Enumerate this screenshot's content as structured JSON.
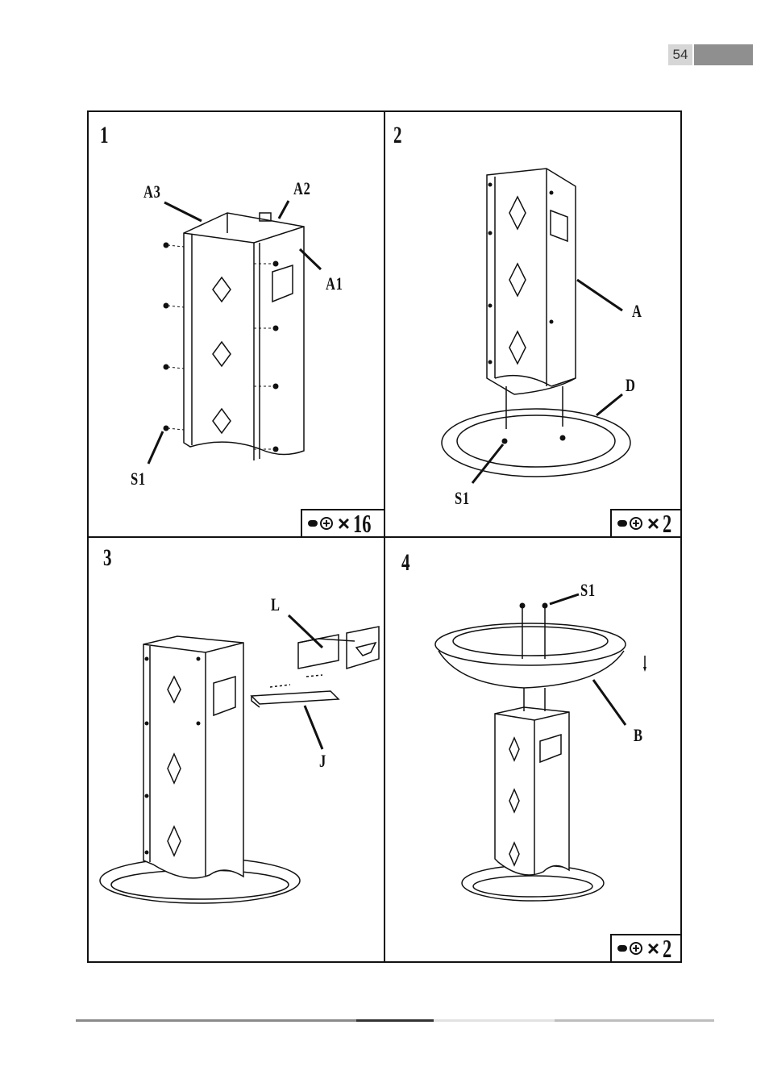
{
  "page": {
    "number": "54"
  },
  "panels": [
    {
      "step": "1",
      "labels": {
        "a": "A3",
        "b": "A2",
        "c": "A1",
        "d": "S1"
      },
      "qty": "16"
    },
    {
      "step": "2",
      "labels": {
        "a": "A",
        "b": "D",
        "c": "S1"
      },
      "qty": "2"
    },
    {
      "step": "3",
      "labels": {
        "a": "L",
        "b": "J"
      }
    },
    {
      "step": "4",
      "labels": {
        "a": "S1",
        "b": "B"
      },
      "qty": "2"
    }
  ],
  "qty_symbol": "×",
  "icons": [
    "screw-icon"
  ],
  "colors": {
    "ink": "#111111",
    "tab": "#8f8f8f",
    "tab_light": "#d6d6d6"
  }
}
